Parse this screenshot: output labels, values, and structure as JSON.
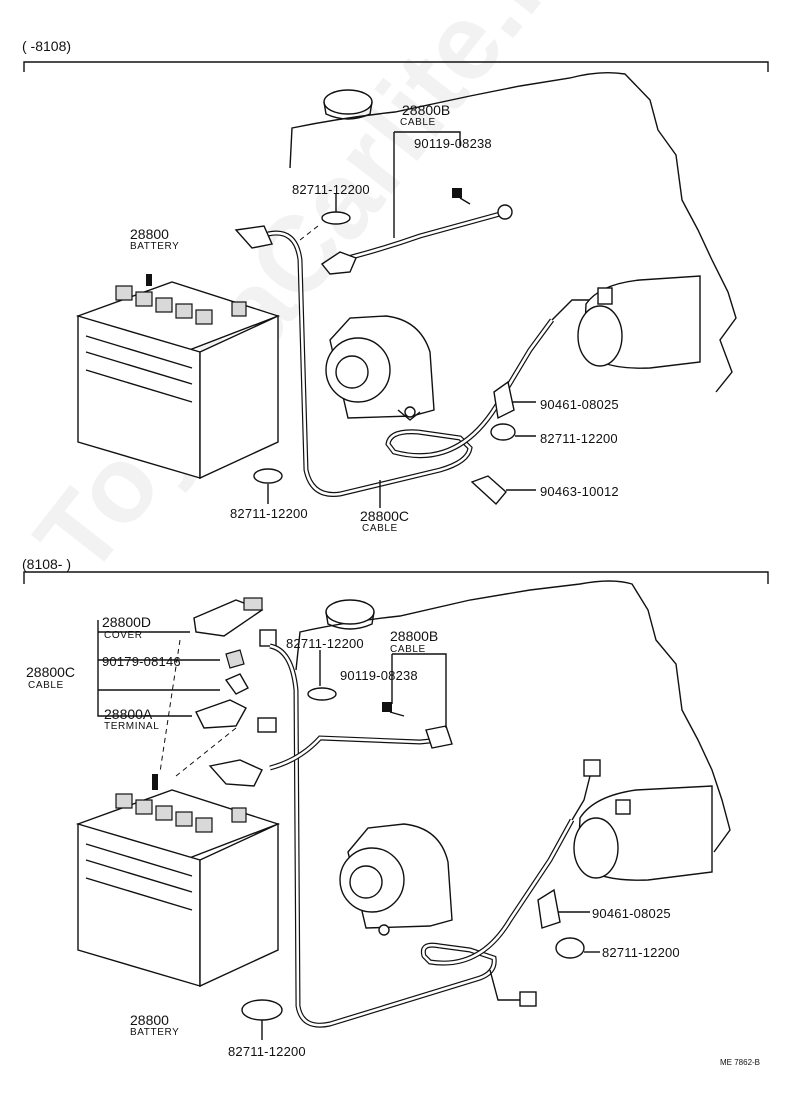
{
  "watermark": "ToyotaCarlite.ru",
  "top": {
    "range_label": "(        -8108)",
    "parts": {
      "cable_b_num": "28800B",
      "cable_b_name": "CABLE",
      "bolt": "90119-08238",
      "clamp_top": "82711-12200",
      "battery_num": "28800",
      "battery_name": "BATTERY",
      "clip_a": "90461-08025",
      "clamp_right": "82711-12200",
      "clip_b": "90463-10012",
      "clamp_bottom": "82711-12200",
      "cable_c_num": "28800C",
      "cable_c_name": "CABLE"
    }
  },
  "bottom": {
    "range_label": "(8108-          )",
    "parts": {
      "cover_num": "28800D",
      "cover_name": "COVER",
      "nut": "90179-08146",
      "cable_c_num": "28800C",
      "cable_c_name": "CABLE",
      "terminal_num": "28800A",
      "terminal_name": "TERMINAL",
      "clamp_top": "82711-12200",
      "cable_b_num": "28800B",
      "cable_b_name": "CABLE",
      "bolt": "90119-08238",
      "clip_a": "90461-08025",
      "clamp_right": "82711-12200",
      "battery_num": "28800",
      "battery_name": "BATTERY",
      "clamp_bottom": "82711-12200"
    }
  },
  "code": "ME 7862-B"
}
